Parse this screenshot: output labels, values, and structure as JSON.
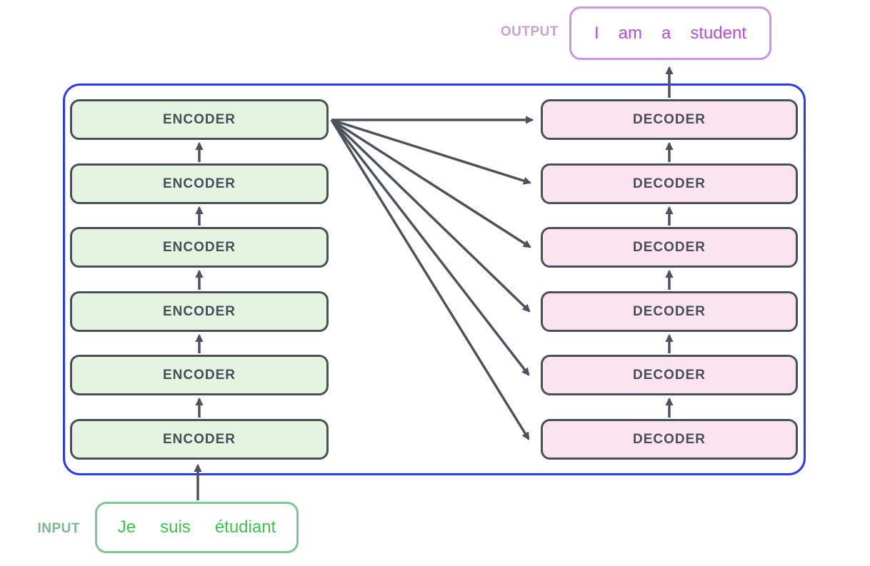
{
  "output": {
    "label": "OUTPUT",
    "tokens": [
      "I",
      "am",
      "a",
      "student"
    ]
  },
  "input": {
    "label": "INPUT",
    "tokens": [
      "Je",
      "suis",
      "étudiant"
    ]
  },
  "encoder_stack": {
    "boxes": [
      "ENCODER",
      "ENCODER",
      "ENCODER",
      "ENCODER",
      "ENCODER",
      "ENCODER"
    ]
  },
  "decoder_stack": {
    "boxes": [
      "DECODER",
      "DECODER",
      "DECODER",
      "DECODER",
      "DECODER",
      "DECODER"
    ]
  },
  "colors": {
    "container_border": "#2b3af2",
    "encoder_fill": "#e5f3e1",
    "decoder_fill": "#fbe4f0",
    "box_border": "#4a5059",
    "box_text": "#474d56",
    "arrow": "#4d535c",
    "output_box_border": "#c998dc",
    "output_token_text": "#b44fd4",
    "output_label_text": "#c9a0d6",
    "input_box_border": "#7fc794",
    "input_token_text": "#3fc24f",
    "input_label_text": "#7cb891"
  }
}
